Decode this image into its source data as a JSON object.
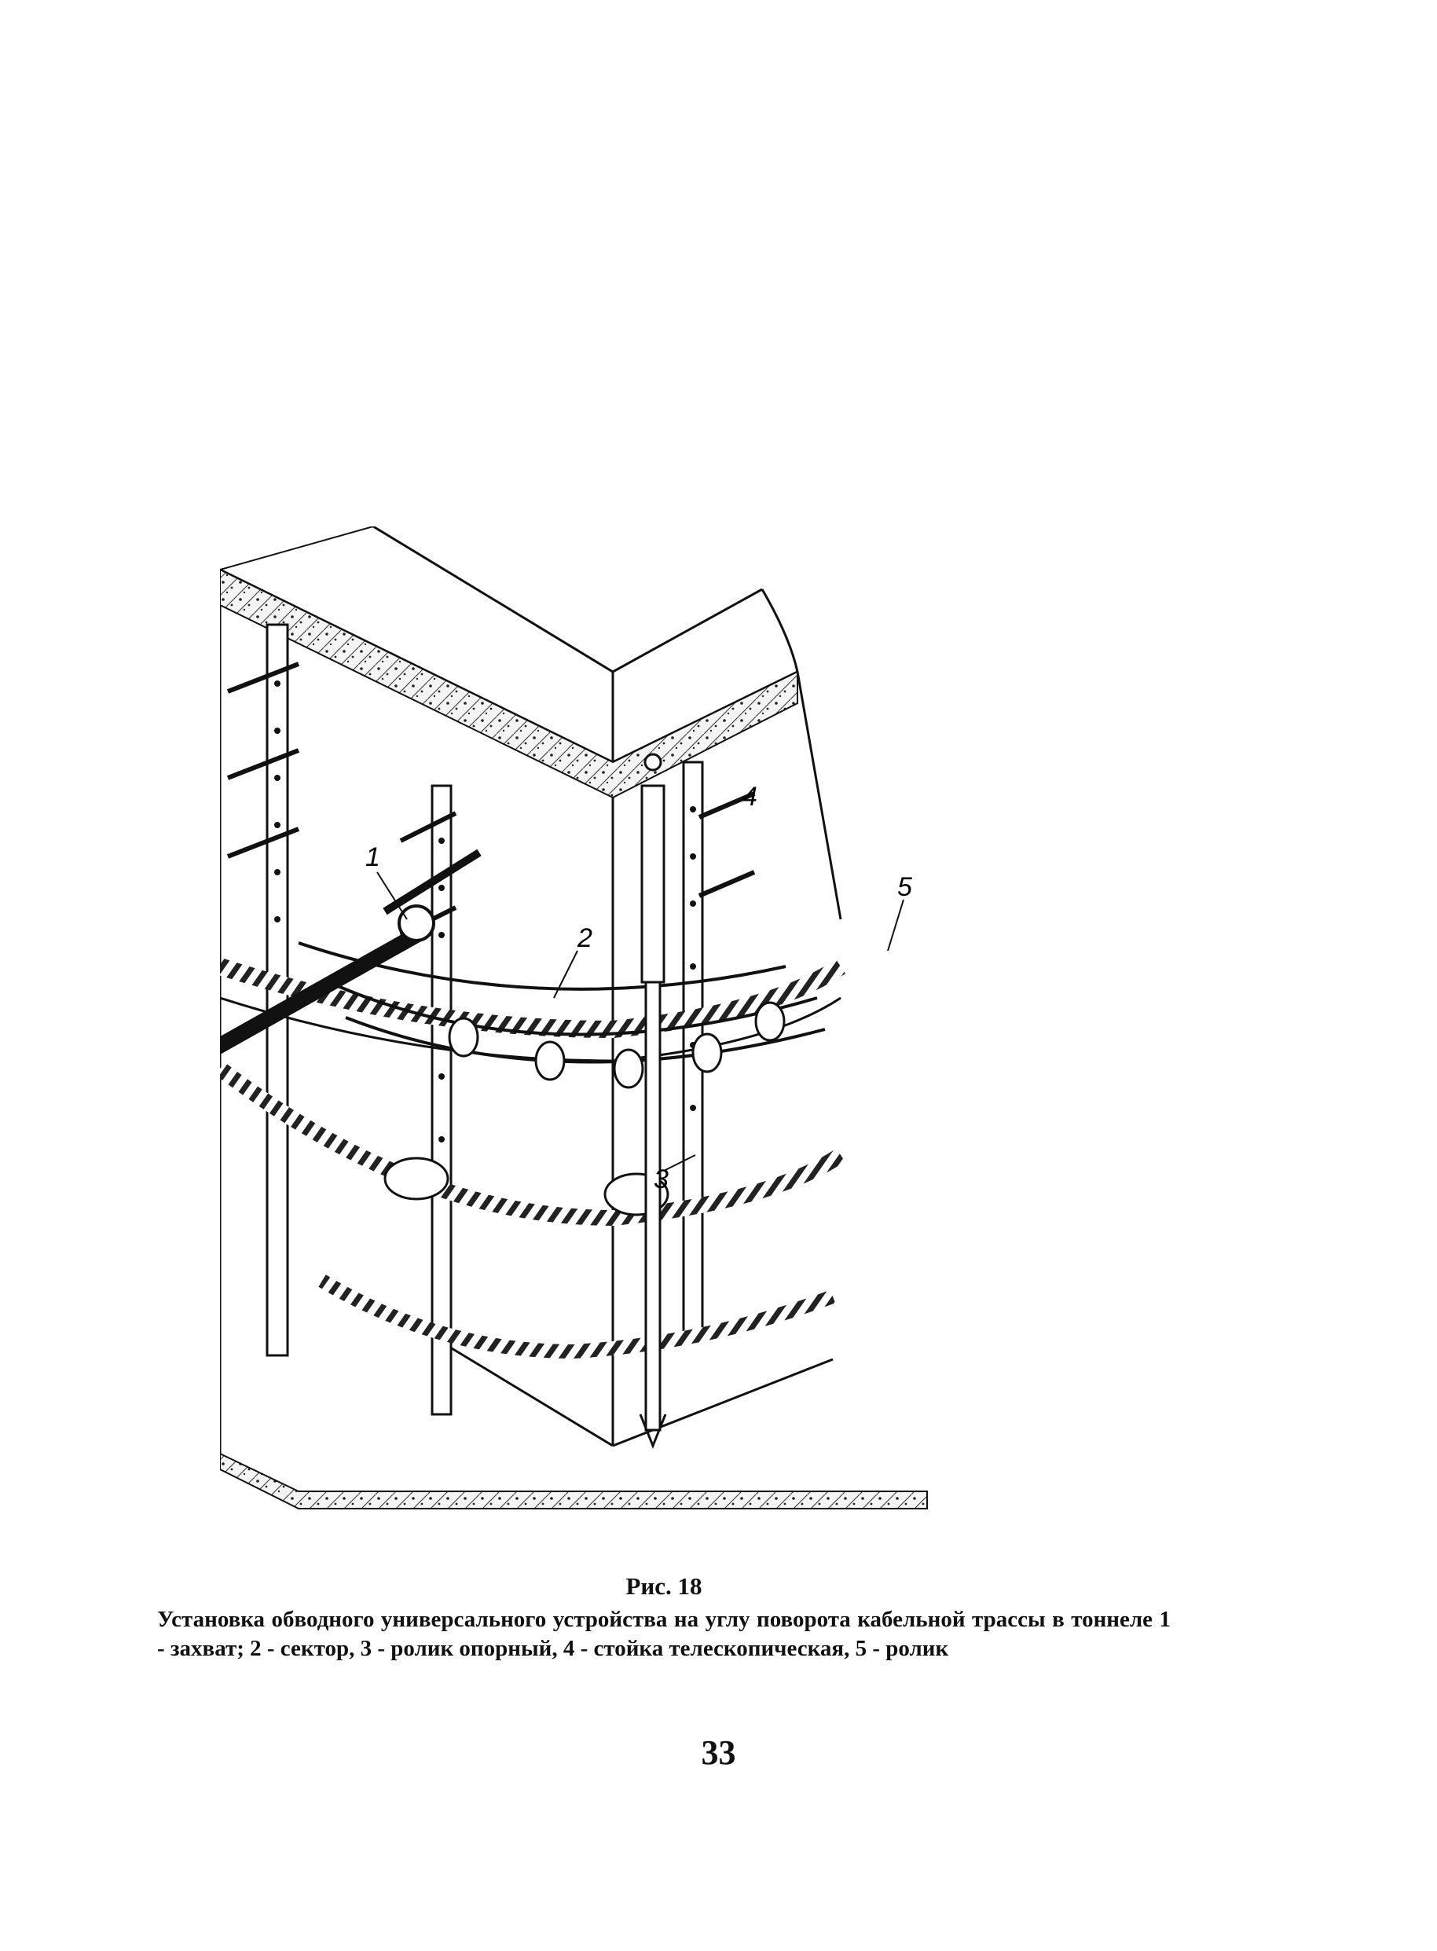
{
  "figure": {
    "labels": [
      "1",
      "2",
      "3",
      "4",
      "5"
    ],
    "title": "Рис. 18",
    "caption": "Установка обводного универсального устройства на углу поворота кабельной трассы в тоннеле 1 - захват; 2 - сектор, 3 - ролик опорный, 4 - стойка телескопическая, 5 - ролик"
  },
  "page_number": "33"
}
